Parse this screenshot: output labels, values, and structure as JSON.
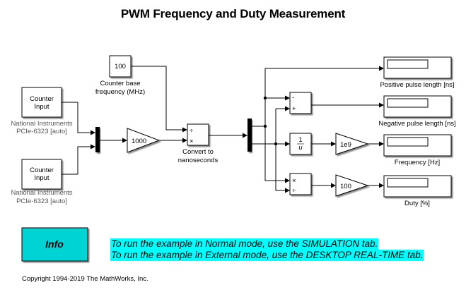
{
  "title": "PWM Frequency and Duty Measurement",
  "blocks": {
    "counter_input_1": {
      "label": "Counter Input",
      "line1": "Counter",
      "line2": "Input",
      "caption1": "National Instruments",
      "caption2": "PCIe-6323 [auto]"
    },
    "counter_input_2": {
      "label": "Counter Input",
      "line1": "Counter",
      "line2": "Input",
      "caption1": "National Instruments",
      "caption2": "PCIe-6323 [auto]"
    },
    "constant": {
      "value": "100",
      "caption1": "Counter base",
      "caption2": "frequency (MHz)"
    },
    "gain_1000": {
      "value": "1000"
    },
    "convert": {
      "port1": "÷",
      "port2": "×",
      "caption1": "Convert to",
      "caption2": "nanoseconds"
    },
    "subtract": {
      "port1": "-",
      "port2": "+"
    },
    "reciprocal": {
      "num": "1",
      "den": "u"
    },
    "gain_1e9": {
      "value": "1e9"
    },
    "product": {
      "port1": "×",
      "port2": "÷"
    },
    "gain_100": {
      "value": "100"
    },
    "displays": [
      {
        "caption": "Positive pulse length [ns]"
      },
      {
        "caption": "Negative pulse length [ns]"
      },
      {
        "caption": "Frequency [Hz]"
      },
      {
        "caption": "Duty [%]"
      }
    ]
  },
  "info": {
    "button_label": "Info",
    "line1": "To run the example in Normal mode, use the SIMULATION tab.",
    "line2": "To run the example in External mode, use the DESKTOP REAL-TIME tab."
  },
  "colors": {
    "info_block": "#00d3d3",
    "highlight": "#00ffff"
  },
  "copyright": "Copyright 1994-2019 The MathWorks, Inc."
}
